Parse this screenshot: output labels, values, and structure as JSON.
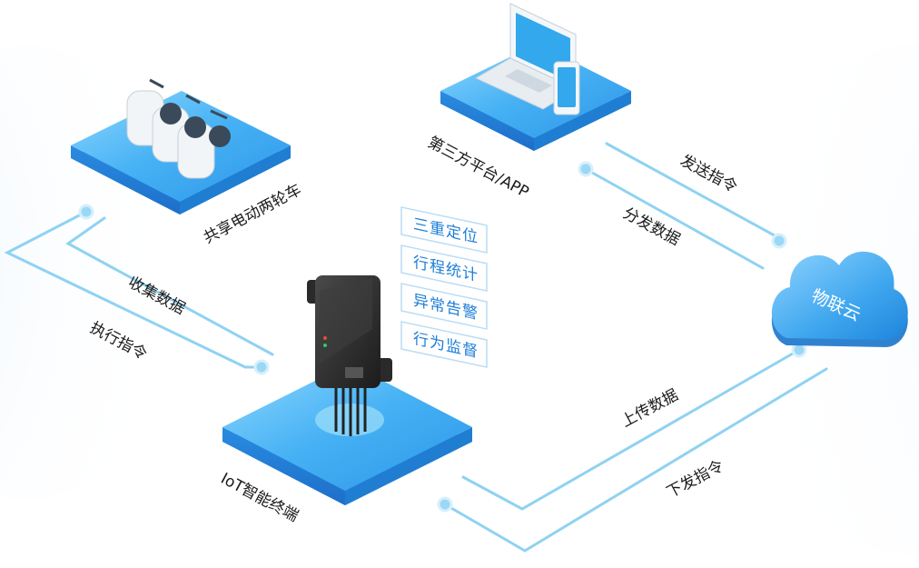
{
  "nodes": {
    "scooters": {
      "label": "共享电动两轮车"
    },
    "platform": {
      "label": "第三方平台/APP"
    },
    "terminal": {
      "label": "IoT智能终端"
    },
    "cloud": {
      "label": "物联云"
    }
  },
  "features": [
    {
      "label": "三重定位"
    },
    {
      "label": "行程统计"
    },
    {
      "label": "异常告警"
    },
    {
      "label": "行为监督"
    }
  ],
  "flows": {
    "collect_data": "收集数据",
    "execute_cmd": "执行指令",
    "send_cmd": "发送指令",
    "distribute_data": "分发数据",
    "upload_data": "上传数据",
    "issue_cmd": "下发指令"
  },
  "colors": {
    "tile_top": "#4fb6f5",
    "tile_side": "#2a8be0",
    "line": "#8fd2f2",
    "feature_border": "#b9dcf5",
    "feature_text": "#1f7fd8",
    "cloud": "#3ea6ee"
  }
}
